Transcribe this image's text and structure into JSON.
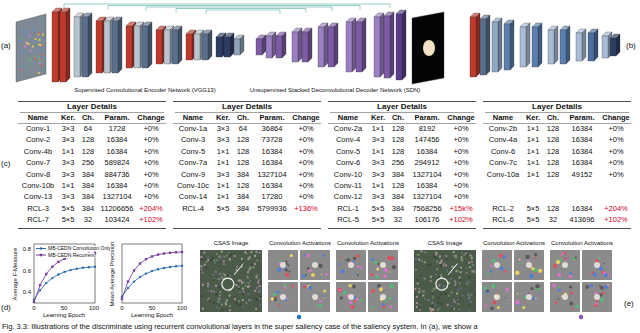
{
  "diagram": {
    "caption": "Fig. 3.3: Illustrations of the discriminate using recurrent convolutional layers in the super saliency case of the saliency system. In (a), we show a",
    "labels": [
      "(a)",
      "Supervised Convolutional Encoder Network (VGG13)",
      "Unsupervised Stacked Deconvolutional Decoder Network (SDN)",
      "(b)",
      "(c)",
      "Layer Details",
      "Name",
      "Ker.",
      "Ch.",
      "Param.",
      "Change",
      "Conv-1",
      "3×3",
      "64",
      "1728",
      "+0%",
      "Conv-2",
      "3×3",
      "128",
      "16384",
      "+0%",
      "Conv-4b",
      "1×1",
      "128",
      "16384",
      "+0%",
      "Conv-7",
      "3×3",
      "256",
      "589824",
      "+0%",
      "Conv-8",
      "3×3",
      "384",
      "884736",
      "+0%",
      "Conv-10b",
      "1×1",
      "384",
      "16384",
      "+0%",
      "Conv-13",
      "3×3",
      "384",
      "1327104",
      "+0%",
      "RCL-3",
      "5×5",
      "384",
      "11206656",
      "+204%",
      "RCL-7",
      "5×5",
      "32",
      "103424",
      "+102%",
      "Layer Details",
      "Name",
      "Ker.",
      "Ch.",
      "Param.",
      "Change",
      "Conv-1a",
      "3×3",
      "64",
      "36864",
      "+0%",
      "Conv-3",
      "3×3",
      "128",
      "73728",
      "+0%",
      "Conv-5",
      "1×1",
      "128",
      "16384",
      "+0%",
      "Conv-7a",
      "1×1",
      "128",
      "16384",
      "+0%",
      "Conv-9",
      "3×3",
      "384",
      "1327104",
      "+0%",
      "Conv-10c",
      "1×1",
      "128",
      "16384",
      "+0%",
      "Conv-14",
      "1×1",
      "384",
      "17280",
      "+0%",
      "RCL-4",
      "5×5",
      "384",
      "5799936",
      "+136%",
      "Layer Details",
      "Name",
      "Ker.",
      "Ch.",
      "Param.",
      "Change",
      "Conv-2a",
      "1×1",
      "128",
      "8192",
      "+0%",
      "Conv-4",
      "3×3",
      "128",
      "147456",
      "+0%",
      "Conv-5",
      "1×1",
      "128",
      "16384",
      "+0%",
      "Conv-6",
      "3×3",
      "256",
      "294912",
      "+0%",
      "Conv-10",
      "3×3",
      "384",
      "1327104",
      "+0%",
      "Conv-11",
      "1×1",
      "128",
      "16384",
      "+0%",
      "Conv-12",
      "3×3",
      "384",
      "1327104",
      "+0%",
      "RCL-1",
      "5×5",
      "384",
      "7568256",
      "+15k%",
      "RCL-5",
      "5×5",
      "32",
      "106176",
      "+102%",
      "Layer Details",
      "Name",
      "Ker.",
      "Ch.",
      "Param.",
      "Change",
      "Conv-2b",
      "1×1",
      "128",
      "16384",
      "+0%",
      "Conv-4a",
      "1×1",
      "128",
      "16384",
      "+0%",
      "Conv-6",
      "1×1",
      "128",
      "16384",
      "+0%",
      "Conv-7c",
      "1×1",
      "128",
      "16384",
      "+0%",
      "Conv-10a",
      "1×1",
      "128",
      "49152",
      "+0%",
      "RCL-2",
      "5×5",
      "128",
      "16384",
      "+204%",
      "RCL-6",
      "5×5",
      "32",
      "413696",
      "+102%",
      "(d)",
      "Average F-Measure",
      "0.8",
      "0.6",
      "0.4",
      "0",
      "50",
      "100",
      "Learning Epoch",
      "Mean Average Precision",
      "0",
      "50",
      "100",
      "Learning Epoch",
      "(e)",
      "CSAS Image",
      "Convolution Activations",
      "Convolution Activations",
      "CSAS Image",
      "Convolution Activations",
      "Convolution Activations"
    ],
    "legend": [
      {
        "text": "MB-CEDN Convolution Only"
      },
      {
        "text": "MB-CEDN Recurrent"
      }
    ]
  }
}
